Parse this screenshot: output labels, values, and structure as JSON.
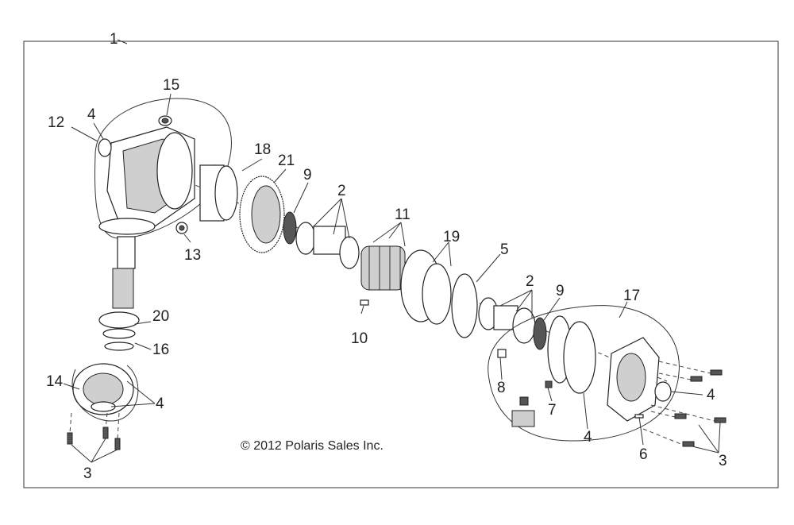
{
  "copyright": "© 2012 Polaris Sales Inc.",
  "callouts": {
    "c1": "1",
    "c2a": "2",
    "c2b": "2",
    "c3a": "3",
    "c3b": "3",
    "c4a": "4",
    "c4b": "4",
    "c4c": "4",
    "c4d": "4",
    "c5": "5",
    "c6": "6",
    "c7": "7",
    "c8": "8",
    "c9a": "9",
    "c9b": "9",
    "c10": "10",
    "c11": "11",
    "c12": "12",
    "c13": "13",
    "c14": "14",
    "c15": "15",
    "c16": "16",
    "c17": "17",
    "c18": "18",
    "c19": "19",
    "c20": "20",
    "c21": "21"
  }
}
